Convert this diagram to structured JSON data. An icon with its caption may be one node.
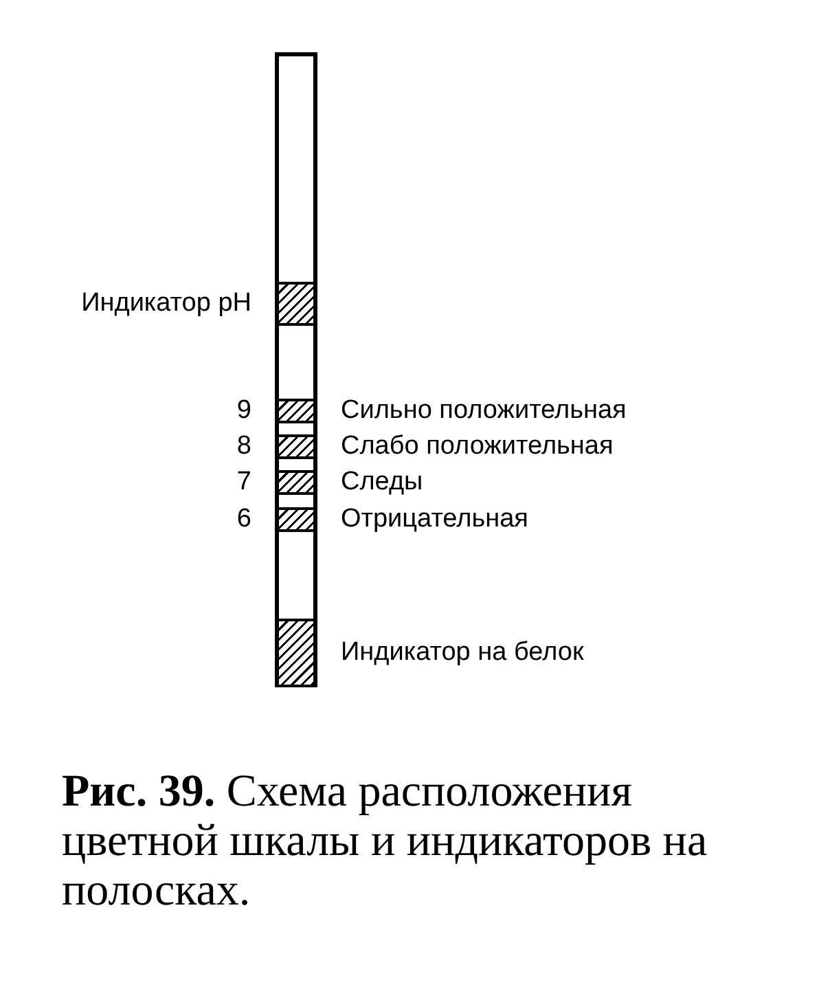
{
  "diagram": {
    "caption": "**Рис. 39.** Схема расположения цветной шкалы и индикаторов на полосках.",
    "nodes": [
      {
        "text": [],
        "shape": "bar"
      },
      {
        "text": [],
        "shape": "box",
        "in": 0,
        "beside": [
          "Индикатор pH"
        ]
      },
      {
        "text": [],
        "shape": "box",
        "in": 0,
        "beside": [
          "9",
          "Сильно положительная"
        ]
      },
      {
        "text": [],
        "shape": "box",
        "in": 0,
        "beside": [
          "8",
          "Слабо положительная"
        ]
      },
      {
        "text": [],
        "shape": "box",
        "in": 0,
        "beside": [
          "7",
          "Следы"
        ]
      },
      {
        "text": [],
        "shape": "box",
        "in": 0,
        "beside": [
          "6",
          "Отрицательная"
        ]
      },
      {
        "text": [],
        "shape": "box",
        "in": 0,
        "beside": [
          "Индикатор на белок"
        ]
      }
    ]
  }
}
